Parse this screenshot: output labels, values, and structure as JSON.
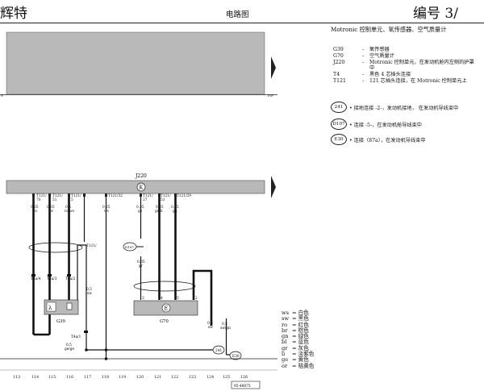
{
  "header": {
    "left": "辉特",
    "center": "电路图",
    "right": "编号 3/"
  },
  "legend": {
    "title": "Motronic  控制单元、氧传感器、空气质量计",
    "components": [
      {
        "code": "G39",
        "desc": "氧传感器"
      },
      {
        "code": "G70",
        "desc": "空气质量计"
      },
      {
        "code": "J220",
        "desc": "Motronic  控制单元，在发动机舱内左侧的护罩"
      },
      {
        "code": "",
        "desc": "中"
      },
      {
        "code": "T4",
        "desc": "黑色 4 芯插头连接"
      },
      {
        "code": "T121",
        "desc": "121 芯插头连接，在 Motronic  控制单元上"
      }
    ],
    "connections": [
      {
        "code": "241",
        "desc": "接地连接 -2-，发动机接地，  在发动机导线束中"
      },
      {
        "code": "D107",
        "desc": "连接 -5-，在发动机舱导线束中"
      },
      {
        "code": "E30",
        "desc": "连接（87a），在发动机导线束中"
      }
    ]
  },
  "wire_colors": [
    {
      "code": "ws",
      "name": "白色"
    },
    {
      "code": "sw",
      "name": "黑色"
    },
    {
      "code": "ro",
      "name": "红色"
    },
    {
      "code": "br",
      "name": "棕色"
    },
    {
      "code": "gn",
      "name": "绿色"
    },
    {
      "code": "bl",
      "name": "蓝色"
    },
    {
      "code": "gr",
      "name": "灰色"
    },
    {
      "code": "li",
      "name": "淡紫色"
    },
    {
      "code": "ge",
      "name": "黄色"
    },
    {
      "code": "or",
      "name": "桔黄色"
    }
  ],
  "diagram": {
    "top_panel_label_left": "-F",
    "top_panel_label_right": "F/F",
    "ecu_label": "J220",
    "ecu_symbol": "K",
    "ecu_pins": [
      {
        "label": "T121/\n70",
        "gauge": "0,35",
        "color": "ws"
      },
      {
        "label": "T121/\n51",
        "gauge": "0,35",
        "color": "br"
      },
      {
        "label": "T121/\n5",
        "gauge": "0,5",
        "color": "ro/ws"
      },
      {
        "label": "T121/",
        "gauge": "",
        "color": ""
      },
      {
        "label": "T121/32",
        "gauge": "0,35",
        "color": "ws"
      },
      {
        "label": "T121/\n27",
        "gauge": "0,35",
        "color": "ge"
      },
      {
        "label": "T121/\n53",
        "gauge": "0,35",
        "color": "ge/li"
      },
      {
        "label": "T121/29",
        "gauge": "0,35",
        "color": "gn"
      }
    ],
    "connectors_g39": [
      "T4a/4",
      "T4a/3",
      "T4a/2",
      "T4a/1"
    ],
    "g39_label": "G39",
    "g70_label": "G70",
    "g70_symbol": "E",
    "g70_pins": [
      "3",
      "4",
      "5",
      "2"
    ],
    "d107": "D107",
    "c241": "241",
    "e30": "E30",
    "extra_labels": {
      "w117": "0,5",
      "w117c": "sw",
      "w_gr": "0,35",
      "w_grc": "gr",
      "w_g39": "0,5",
      "w_g39c": "ge/ge",
      "w124": "0,5",
      "w124c": "sw",
      "w125": "0,5",
      "w125c": "sw/gn"
    },
    "columns": [
      "113",
      "114",
      "115",
      "116",
      "117",
      "118",
      "119",
      "120",
      "121",
      "122",
      "123",
      "124",
      "125",
      "126"
    ],
    "page_code": "95-48875"
  }
}
